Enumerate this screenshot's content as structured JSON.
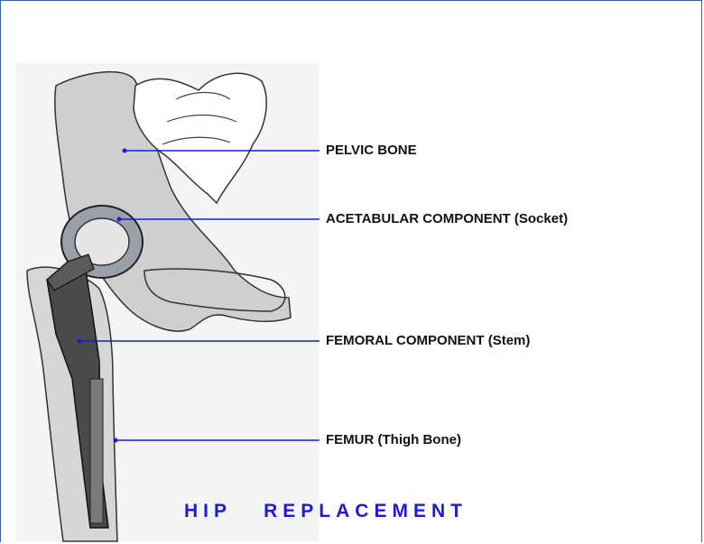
{
  "labels": {
    "pelvic": "PELVIC BONE",
    "acetabular": "ACETABULAR COMPONENT (Socket)",
    "femoral": "FEMORAL COMPONENT (Stem)",
    "femur": "FEMUR (Thigh Bone)"
  },
  "title": "HIP   REPLACEMENT",
  "colors": {
    "leader": "#1a1ae0",
    "title": "#1a1ae0",
    "frame": "#3a5fa8"
  }
}
